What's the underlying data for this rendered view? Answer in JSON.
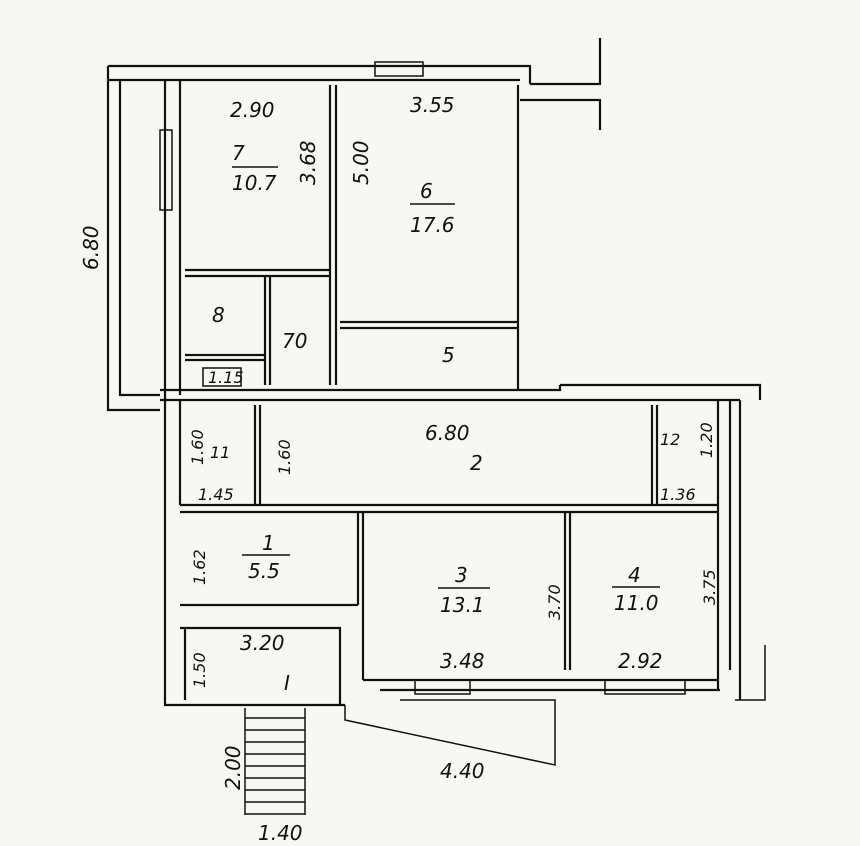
{
  "rooms": [
    {
      "number": "7",
      "area": "10.7"
    },
    {
      "number": "6",
      "area": "17.6"
    },
    {
      "number": "8"
    },
    {
      "number": "5"
    },
    {
      "number": "2"
    },
    {
      "number": "11"
    },
    {
      "number": "12"
    },
    {
      "number": "1",
      "area": "5.5"
    },
    {
      "number": "3",
      "area": "13.1"
    },
    {
      "number": "4",
      "area": "11.0"
    },
    {
      "number": "I"
    }
  ],
  "dimensions": {
    "room7_width": "2.90",
    "room7_height": "3.68",
    "room6_width": "3.55",
    "room6_height": "5.00",
    "left_total": "6.80",
    "room8_side": "70",
    "small_closet": "1.15",
    "corridor_length": "6.80",
    "room11_height": "1.60",
    "room11_height_2": "1.60",
    "room11_width": "1.45",
    "room12_height": "1.20",
    "room12_width": "1.36",
    "room1_height": "1.62",
    "room3_height": "3.70",
    "room4_height": "3.75",
    "entry_height": "1.50",
    "entry_width": "3.20",
    "room3_width": "3.48",
    "room4_width": "2.92",
    "stairs_length": "2.00",
    "stairs_width": "1.40",
    "porch_length": "4.40"
  }
}
